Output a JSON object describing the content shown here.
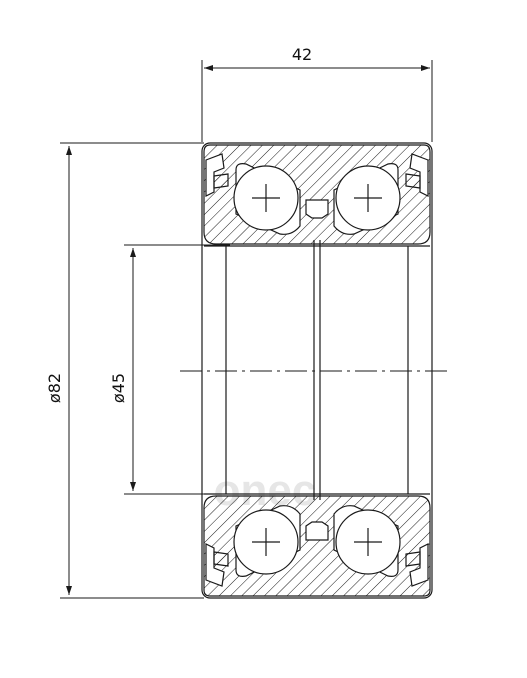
{
  "dimensions": {
    "width_label": "42",
    "outer_diameter_label": "ø82",
    "inner_diameter_label": "ø45"
  },
  "watermark": {
    "text": "onec"
  },
  "colors": {
    "line": "#1a1a1a",
    "watermark": "#e6e6e6"
  }
}
